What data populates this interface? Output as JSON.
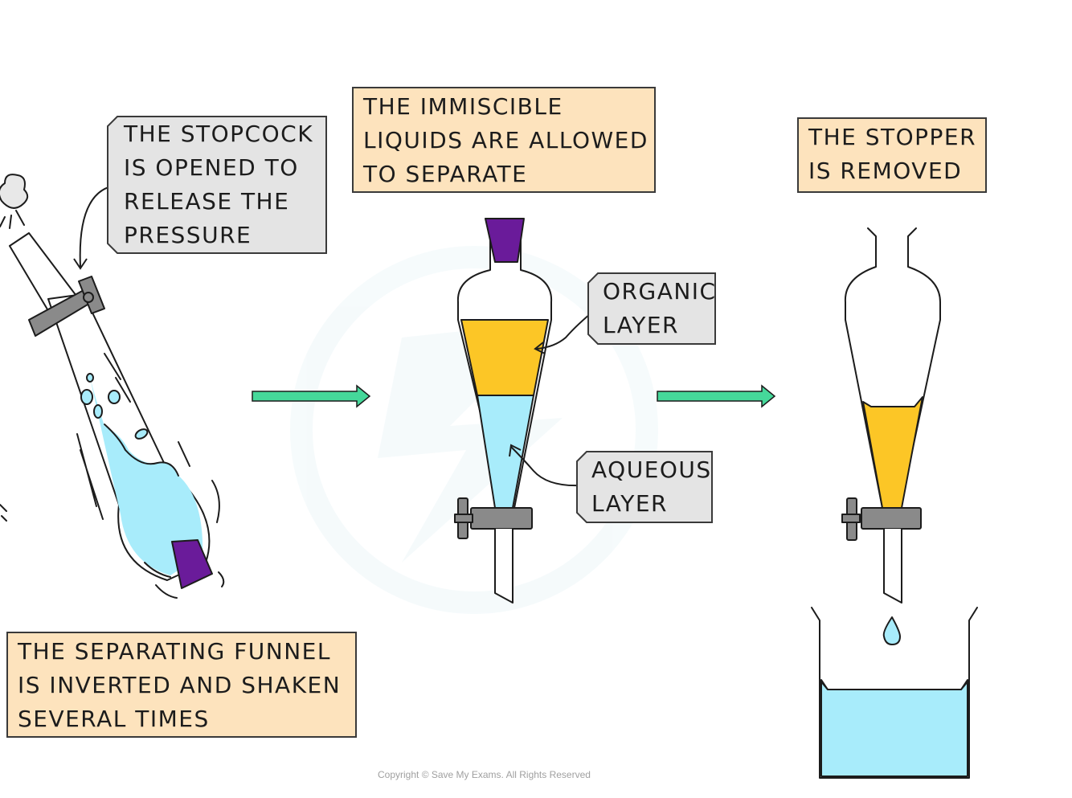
{
  "steps": {
    "step1": {
      "stopcock_label": "THE STOPCOCK\nIS OPENED TO\nRELEASE THE\nPRESSURE",
      "caption": "THE SEPARATING FUNNEL\nIS INVERTED AND SHAKEN\nSEVERAL TIMES"
    },
    "step2": {
      "caption": "THE IMMISCIBLE\nLIQUIDS ARE ALLOWED\nTO SEPARATE",
      "organic_label": "ORGANIC\nLAYER",
      "aqueous_label": "AQUEOUS\nLAYER"
    },
    "step3": {
      "caption": "THE STOPPER\nIS REMOVED"
    }
  },
  "footer": {
    "copyright": "Copyright © Save My Exams. All Rights Reserved"
  },
  "colors": {
    "aqueous": "#a8ecfb",
    "organic": "#fcc626",
    "stopper": "#6a1b9a",
    "clamp": "#8a8a8a",
    "arrow": "#45d89a",
    "caption_bg": "#fde3bd",
    "tag_bg": "#e4e4e4"
  },
  "icons": {
    "arrow1": "right-arrow-icon",
    "arrow2": "right-arrow-icon",
    "puff": "gas-puff-icon"
  }
}
